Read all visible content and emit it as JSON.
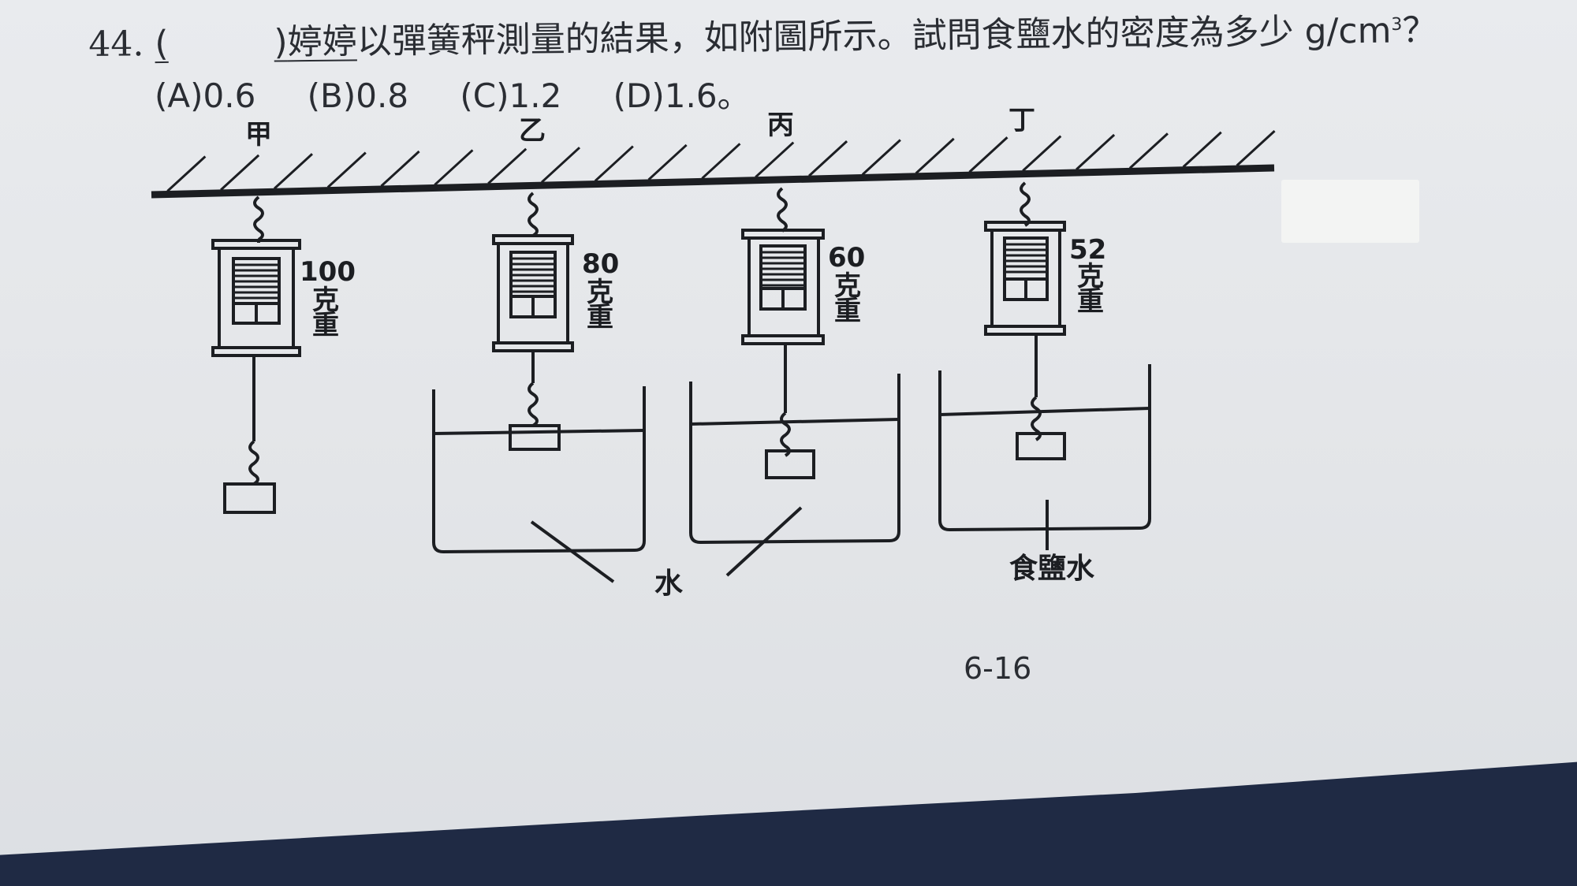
{
  "question": {
    "number": "44.",
    "blank_open": "(",
    "blank_close": ")",
    "text_underlined": "婷婷",
    "text": "以彈簧秤測量的結果，如附圖所示。試問食鹽水的密度為多少 g/cm",
    "superscript": "3",
    "suffix": "？",
    "options": [
      "(A)0.6",
      "(B)0.8",
      "(C)1.2",
      "(D)1.6。"
    ]
  },
  "diagram": {
    "setups": [
      {
        "label": "甲",
        "reading": "100",
        "unit_line1": "克",
        "unit_line2": "重"
      },
      {
        "label": "乙",
        "reading": "80",
        "unit_line1": "克",
        "unit_line2": "重"
      },
      {
        "label": "丙",
        "reading": "60",
        "unit_line1": "克",
        "unit_line2": "重"
      },
      {
        "label": "丁",
        "reading": "52",
        "unit_line1": "克",
        "unit_line2": "重"
      }
    ],
    "water_label": "水",
    "salt_water_label": "食鹽水"
  },
  "page_number": "6-16"
}
